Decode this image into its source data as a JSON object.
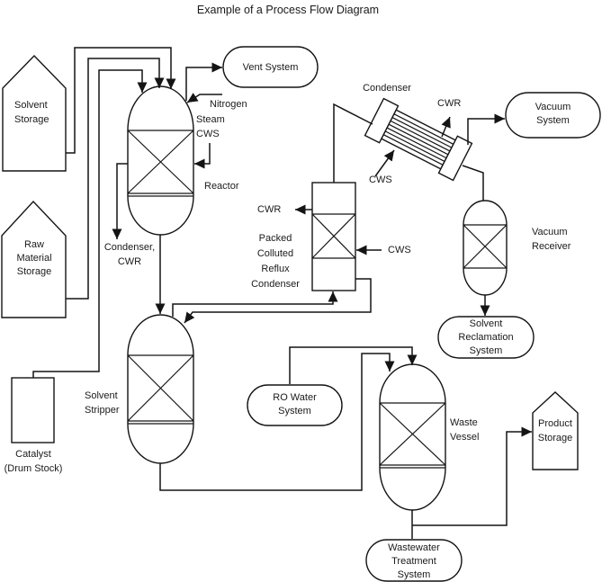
{
  "title": "Example of a Process Flow Diagram",
  "colors": {
    "line": "#141414",
    "background": "#ffffff"
  },
  "equipment": {
    "solvent_storage": "Solvent\nStorage",
    "raw_material_storage": "Raw\nMaterial\nStorage",
    "catalyst": "Catalyst\n(Drum Stock)",
    "reactor": "Reactor",
    "solvent_stripper": "Solvent\nStripper",
    "condenser": "Condenser",
    "packed_reflux_condenser": "Packed\nColluted\nReflux\nCondenser",
    "vacuum_receiver": "Vacuum\nReceiver",
    "waste_vessel": "Waste\nVessel",
    "product_storage": "Product\nStorage"
  },
  "systems": {
    "vent_system": "Vent System",
    "vacuum_system": "Vacuum\nSystem",
    "solvent_reclamation_system": "Solvent\nReclamation\nSystem",
    "ro_water_system": "RO Water\nSystem",
    "wastewater_treatment_system": "Wastewater\nTreatment\nSystem"
  },
  "streams": {
    "nitrogen": "Nitrogen",
    "steam_cws": "Steam\nCWS",
    "condenser_cwr": "Condenser,\nCWR",
    "condenser_cwr_return": "CWR",
    "condenser_cws_supply": "CWS",
    "reflux_cwr_return": "CWR",
    "reflux_cws_supply": "CWS"
  }
}
